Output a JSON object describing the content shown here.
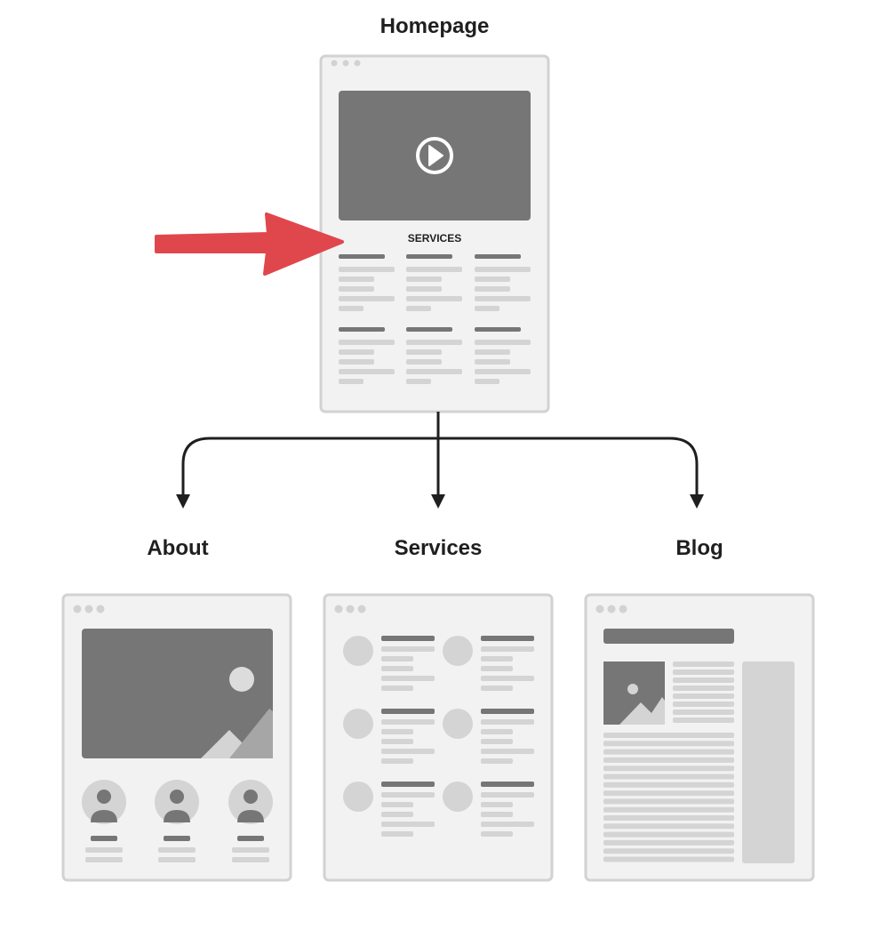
{
  "homepage": {
    "title": "Homepage",
    "section_label": "SERVICES"
  },
  "pages": {
    "about": {
      "title": "About"
    },
    "services": {
      "title": "Services"
    },
    "blog": {
      "title": "Blog"
    }
  },
  "colors": {
    "frame_bg": "#f2f2f2",
    "frame_border": "#d2d2d2",
    "dark_block": "#767676",
    "line_light": "#d4d4d4",
    "line_dark": "#767676",
    "arrow_red": "#e0474c",
    "connector": "#1f1f1f"
  }
}
